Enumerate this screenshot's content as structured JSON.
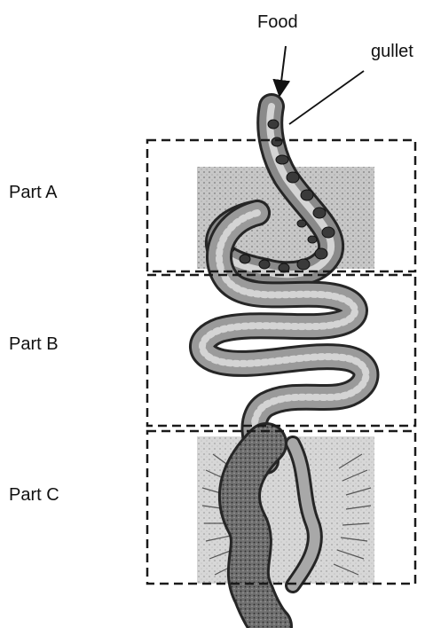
{
  "labels": {
    "food": "Food",
    "gullet": "gullet",
    "part_a": "Part A",
    "part_b": "Part B",
    "part_c": "Part C"
  },
  "colors": {
    "tube_fill": "#8a8a8a",
    "tube_outline": "#262626",
    "inner_lumen": "#d4d4d4",
    "food_particle": "#3a3a3a",
    "background_shade": "#c9c9c9",
    "dashed_box": "#1a1a1a"
  }
}
